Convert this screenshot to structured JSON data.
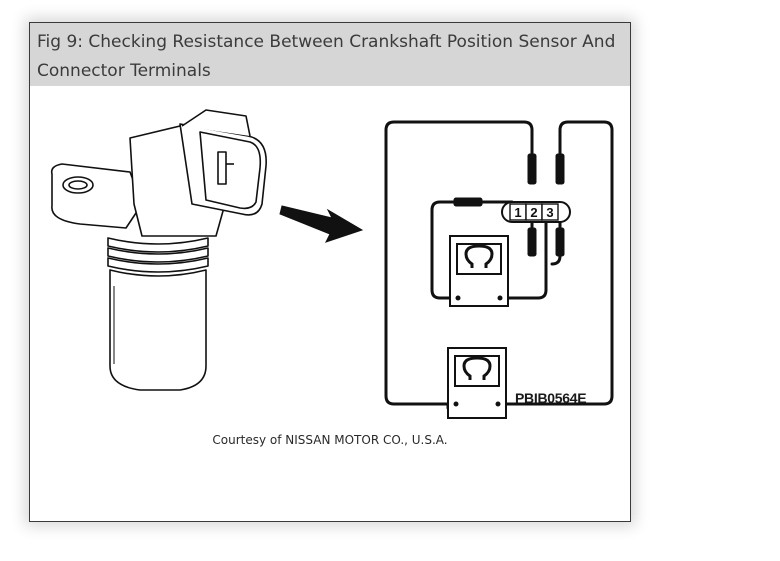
{
  "figure": {
    "caption": "Fig 9: Checking Resistance Between Crankshaft Position Sensor And Connector Terminals",
    "image_code": "PBIB0564E",
    "courtesy": "Courtesy of NISSAN MOTOR CO., U.S.A.",
    "terminals": [
      "1",
      "2",
      "3"
    ]
  }
}
